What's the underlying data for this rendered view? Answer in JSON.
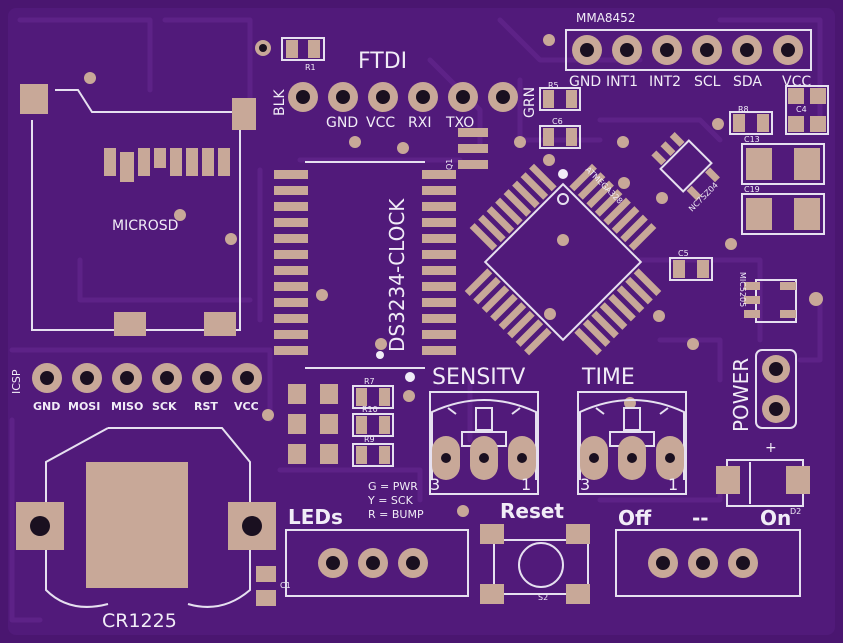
{
  "board": {
    "bg": "#4a1670",
    "pad_color": "#c8a898",
    "silk_color": "#f1ecf7"
  },
  "labels": {
    "ftdi": "FTDI",
    "mma8452": "MMA8452",
    "microsd": "MICROSD",
    "ds3234": "DS3234-CLOCK",
    "atmega": "ATMEGA328",
    "nc7": "NC7SZ04",
    "mic": "MIC5205",
    "icsp": "ICSP",
    "cr1225": "CR1225",
    "leds": "LEDs",
    "reset": "Reset",
    "off": "Off",
    "dashes": "--",
    "on": "On",
    "power": "POWER",
    "sensitv": "SENSITV",
    "time": "TIME",
    "plus": "+",
    "q1": "Q1",
    "s2": "S2",
    "d2": "D2"
  },
  "ftdi_pins": [
    "BLK",
    "GND",
    "VCC",
    "RXI",
    "TXO",
    "GRN"
  ],
  "mma_pins": [
    "GND",
    "INT1",
    "INT2",
    "SCL",
    "SDA",
    "VCC"
  ],
  "icsp_pins": [
    "GND",
    "MOSI",
    "MISO",
    "SCK",
    "RST",
    "VCC"
  ],
  "pot_labels": {
    "left": "3",
    "right": "1"
  },
  "refdes": {
    "r1": "R1",
    "r5": "R5",
    "r8": "R8",
    "c4": "C4",
    "c6": "C6",
    "c13": "C13",
    "c19": "C19",
    "c5": "C5",
    "r7": "R7",
    "r10": "R10",
    "r9": "R9",
    "c1": "C1"
  },
  "legend": [
    "G = PWR",
    "Y = SCK",
    "R = BUMP"
  ]
}
